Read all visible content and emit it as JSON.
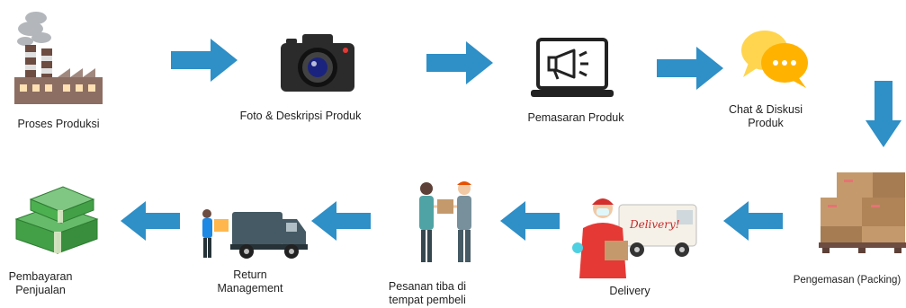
{
  "steps": [
    {
      "id": "produksi",
      "label": "Proses Produksi"
    },
    {
      "id": "foto",
      "label": "Foto & Deskripsi Produk"
    },
    {
      "id": "pemasaran",
      "label": "Pemasaran Produk"
    },
    {
      "id": "chat",
      "label": "Chat & Diskusi\nProduk"
    },
    {
      "id": "packing",
      "label": "Pengemasan (Packing)"
    },
    {
      "id": "delivery",
      "label": "Delivery"
    },
    {
      "id": "pesanan",
      "label": "Pesanan tiba di\ntempat pembeli"
    },
    {
      "id": "return",
      "label": "Return\nManagement"
    },
    {
      "id": "pembayaran",
      "label": "Pembayaran\nPenjualan"
    }
  ],
  "colors": {
    "arrow": "#2f8fc7",
    "arrow_dark": "#1f6fa3"
  },
  "icons": [
    "factory-icon",
    "camera-icon",
    "laptop-megaphone-icon",
    "chat-bubbles-icon",
    "boxes-pallet-icon",
    "delivery-courier-icon",
    "package-handover-icon",
    "return-truck-icon",
    "money-stack-icon"
  ]
}
